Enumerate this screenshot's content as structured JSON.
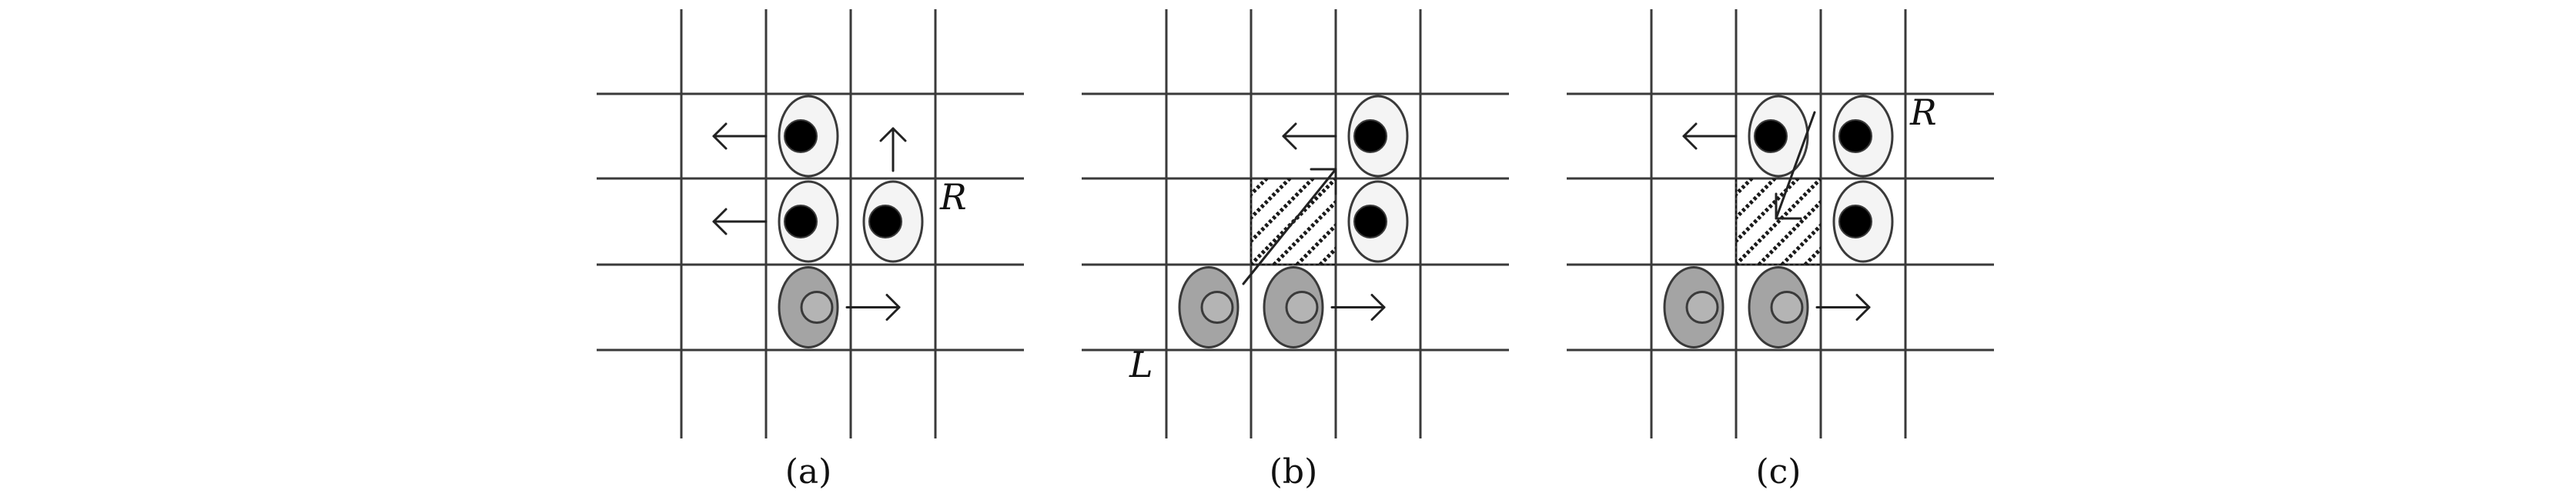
{
  "panels": [
    {
      "caption": "(a)",
      "white_cells": [
        {
          "col": 1,
          "row": 1
        },
        {
          "col": 1,
          "row": 2
        },
        {
          "col": 2,
          "row": 2
        }
      ],
      "gray_cells": [
        {
          "col": 1,
          "row": 3
        }
      ],
      "arrows": [
        {
          "from_col": 1,
          "from_row": 1,
          "direction": "left"
        },
        {
          "from_col": 1,
          "from_row": 2,
          "direction": "left"
        },
        {
          "from_col": 2,
          "from_row": 2,
          "direction": "up"
        },
        {
          "from_col": 1,
          "from_row": 3,
          "direction": "right"
        }
      ],
      "hatched": [],
      "diagonals": [],
      "labels": [
        {
          "text": "R",
          "near_col": 2,
          "near_row": 2,
          "side": "right"
        }
      ]
    },
    {
      "caption": "(b)",
      "white_cells": [
        {
          "col": 2,
          "row": 1
        },
        {
          "col": 2,
          "row": 2
        }
      ],
      "gray_cells": [
        {
          "col": 0,
          "row": 3
        },
        {
          "col": 1,
          "row": 3
        }
      ],
      "arrows": [
        {
          "from_col": 2,
          "from_row": 1,
          "direction": "left"
        },
        {
          "from_col": 1,
          "from_row": 3,
          "direction": "right"
        }
      ],
      "hatched": [
        {
          "col": 1,
          "row": 2
        }
      ],
      "diagonals": [
        {
          "from_col": 1,
          "from_row": 3,
          "to_col": 2,
          "to_row": 2,
          "head": "end"
        }
      ],
      "labels": [
        {
          "text": "L",
          "near_col": 0,
          "near_row": 3,
          "side": "bottom-left"
        }
      ]
    },
    {
      "caption": "(c)",
      "white_cells": [
        {
          "col": 1,
          "row": 1
        },
        {
          "col": 2,
          "row": 1
        },
        {
          "col": 2,
          "row": 2
        }
      ],
      "gray_cells": [
        {
          "col": 0,
          "row": 3
        },
        {
          "col": 1,
          "row": 3
        }
      ],
      "arrows": [
        {
          "from_col": 1,
          "from_row": 1,
          "direction": "left"
        },
        {
          "from_col": 1,
          "from_row": 3,
          "direction": "right"
        }
      ],
      "hatched": [
        {
          "col": 1,
          "row": 2
        }
      ],
      "diagonals": [
        {
          "from_col": 2,
          "from_row": 1,
          "to_col": 1,
          "to_row": 2,
          "head": "end"
        }
      ],
      "labels": [
        {
          "text": "R",
          "near_col": 2,
          "near_row": 1,
          "side": "right"
        }
      ]
    }
  ]
}
